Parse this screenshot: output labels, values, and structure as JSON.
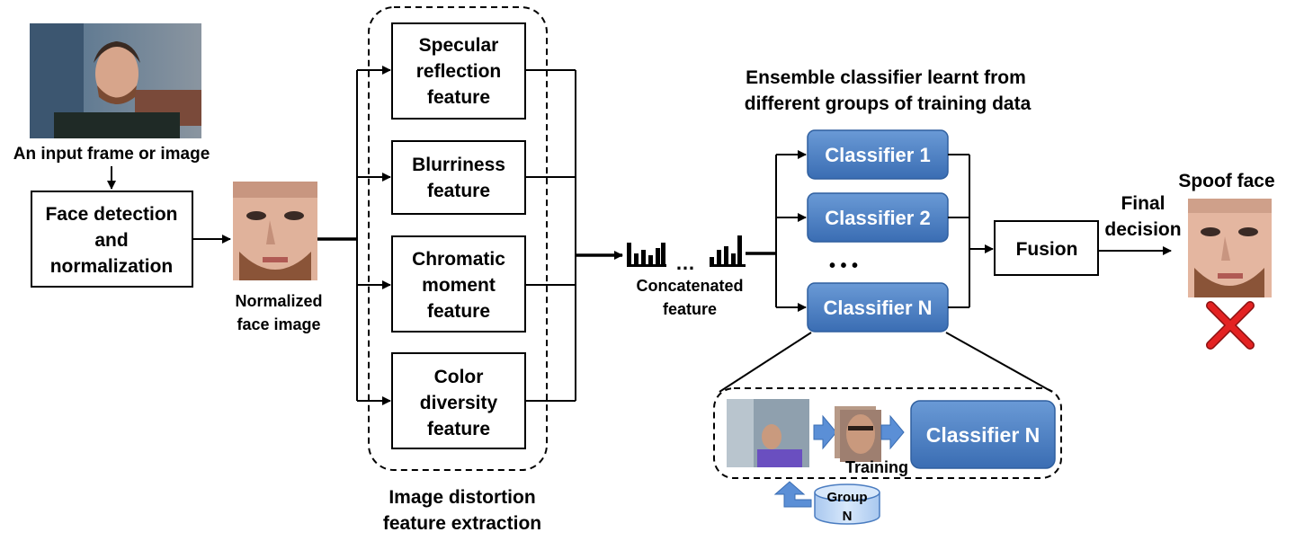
{
  "input": {
    "caption": "An input frame or image"
  },
  "face_detection": {
    "lines": [
      "Face detection",
      "and",
      "normalization"
    ]
  },
  "normalized": {
    "lines": [
      "Normalized",
      "face image"
    ]
  },
  "features": [
    {
      "lines": [
        "Specular",
        "reflection",
        "feature"
      ]
    },
    {
      "lines": [
        "Blurriness",
        "feature"
      ]
    },
    {
      "lines": [
        "Chromatic",
        "moment",
        "feature"
      ]
    },
    {
      "lines": [
        "Color",
        "diversity",
        "feature"
      ]
    }
  ],
  "extraction_caption": {
    "lines": [
      "Image distortion",
      "feature extraction"
    ]
  },
  "concatenated": {
    "ellipsis": "…",
    "lines": [
      "Concatenated",
      "feature"
    ]
  },
  "ensemble_caption": {
    "lines": [
      "Ensemble classifier learnt from",
      "different groups of training data"
    ]
  },
  "classifiers": [
    "Classifier 1",
    "Classifier 2",
    "Classifier N"
  ],
  "classifier_ellipsis": "• • •",
  "fusion": "Fusion",
  "final_decision": {
    "lines": [
      "Final",
      "decision"
    ]
  },
  "spoof": {
    "caption": "Spoof face"
  },
  "training": {
    "classifier": "Classifier N",
    "label": "Training",
    "group_lines": [
      "Group",
      "N"
    ]
  },
  "colors": {
    "classifier_fill": "#4a7cc0",
    "classifier_dark": "#2f5f9f",
    "arrow_blue": "#5b8fd6",
    "cross_red": "#e32222"
  }
}
